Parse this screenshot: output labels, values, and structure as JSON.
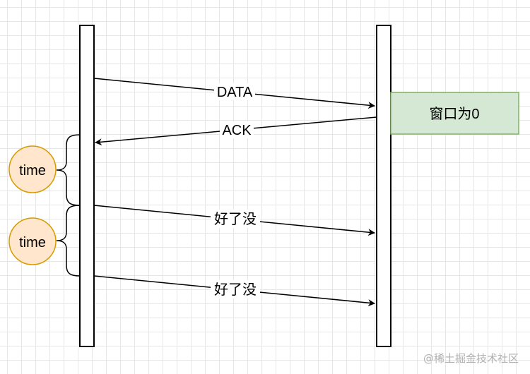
{
  "messages": [
    {
      "label": "DATA",
      "direction": "right"
    },
    {
      "label": "ACK",
      "direction": "left"
    },
    {
      "label": "好了没",
      "direction": "right"
    },
    {
      "label": "好了没",
      "direction": "right"
    }
  ],
  "window_note": {
    "label": "窗口为0",
    "fill": "#d5e8d4",
    "stroke": "#82b366"
  },
  "timers": [
    {
      "label": "time"
    },
    {
      "label": "time"
    }
  ],
  "timer_style": {
    "fill": "#ffe6cc",
    "stroke": "#d79b00"
  },
  "watermark": "@稀土掘金技术社区"
}
